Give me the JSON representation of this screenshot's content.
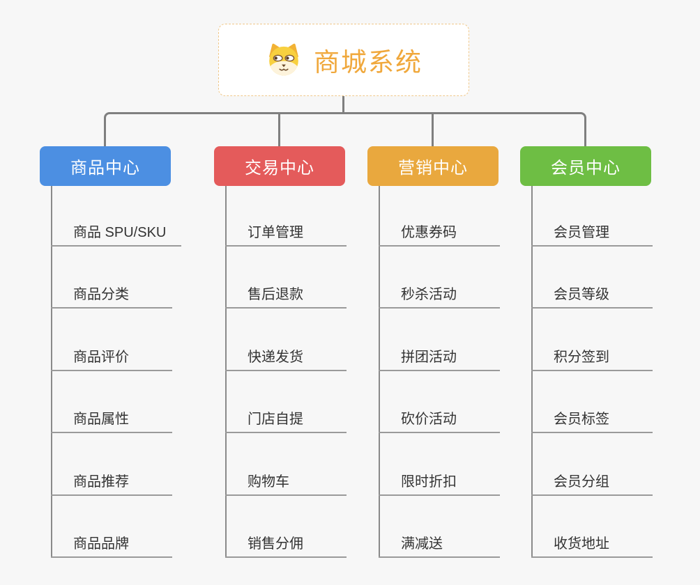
{
  "root": {
    "label": "商城系统",
    "icon": "dog-face-icon",
    "accent_color": "#F0A83C",
    "border_color": "#F0C88A"
  },
  "connector_color": "#7F7F7F",
  "branches": [
    {
      "label": "商品中心",
      "color": "#4C8FE2",
      "items": [
        "商品 SPU/SKU",
        "商品分类",
        "商品评价",
        "商品属性",
        "商品推荐",
        "商品品牌"
      ]
    },
    {
      "label": "交易中心",
      "color": "#E45B5B",
      "items": [
        "订单管理",
        "售后退款",
        "快递发货",
        "门店自提",
        "购物车",
        "销售分佣"
      ]
    },
    {
      "label": "营销中心",
      "color": "#E9A83E",
      "items": [
        "优惠券码",
        "秒杀活动",
        "拼团活动",
        "砍价活动",
        "限时折扣",
        "满减送"
      ]
    },
    {
      "label": "会员中心",
      "color": "#6EBE44",
      "items": [
        "会员管理",
        "会员等级",
        "积分签到",
        "会员标签",
        "会员分组",
        "收货地址"
      ]
    }
  ]
}
